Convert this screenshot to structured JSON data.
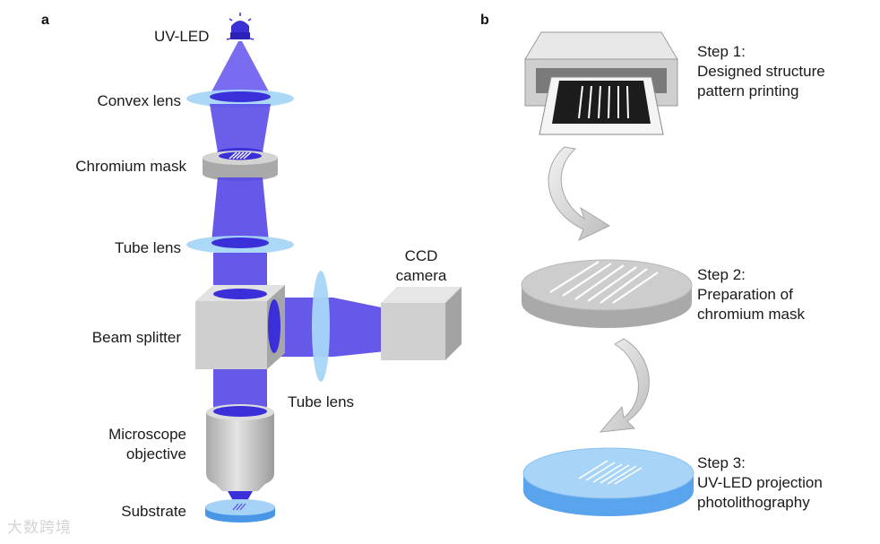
{
  "panels": {
    "a": "a",
    "b": "b"
  },
  "left_labels": {
    "uv_led": "UV-LED",
    "convex_lens": "Convex lens",
    "chromium_mask": "Chromium mask",
    "tube_lens_top": "Tube lens",
    "beam_splitter": "Beam splitter",
    "ccd_camera_line1": "CCD",
    "ccd_camera_line2": "camera",
    "tube_lens_side": "Tube lens",
    "objective_line1": "Microscope",
    "objective_line2": "objective",
    "substrate": "Substrate"
  },
  "steps": [
    {
      "title": "Step 1:",
      "line1": "Designed structure",
      "line2": "pattern printing"
    },
    {
      "title": "Step 2:",
      "line1": "Preparation of",
      "line2": "chromium mask"
    },
    {
      "title": "Step 3:",
      "line1": "UV-LED projection",
      "line2": "photolithography"
    }
  ],
  "watermark": "大数跨境",
  "colors": {
    "beam": "#4a3ae0",
    "lens": "#9fd0f5",
    "metal": "#c8c8c8",
    "substrate": "#6fb4f0"
  }
}
